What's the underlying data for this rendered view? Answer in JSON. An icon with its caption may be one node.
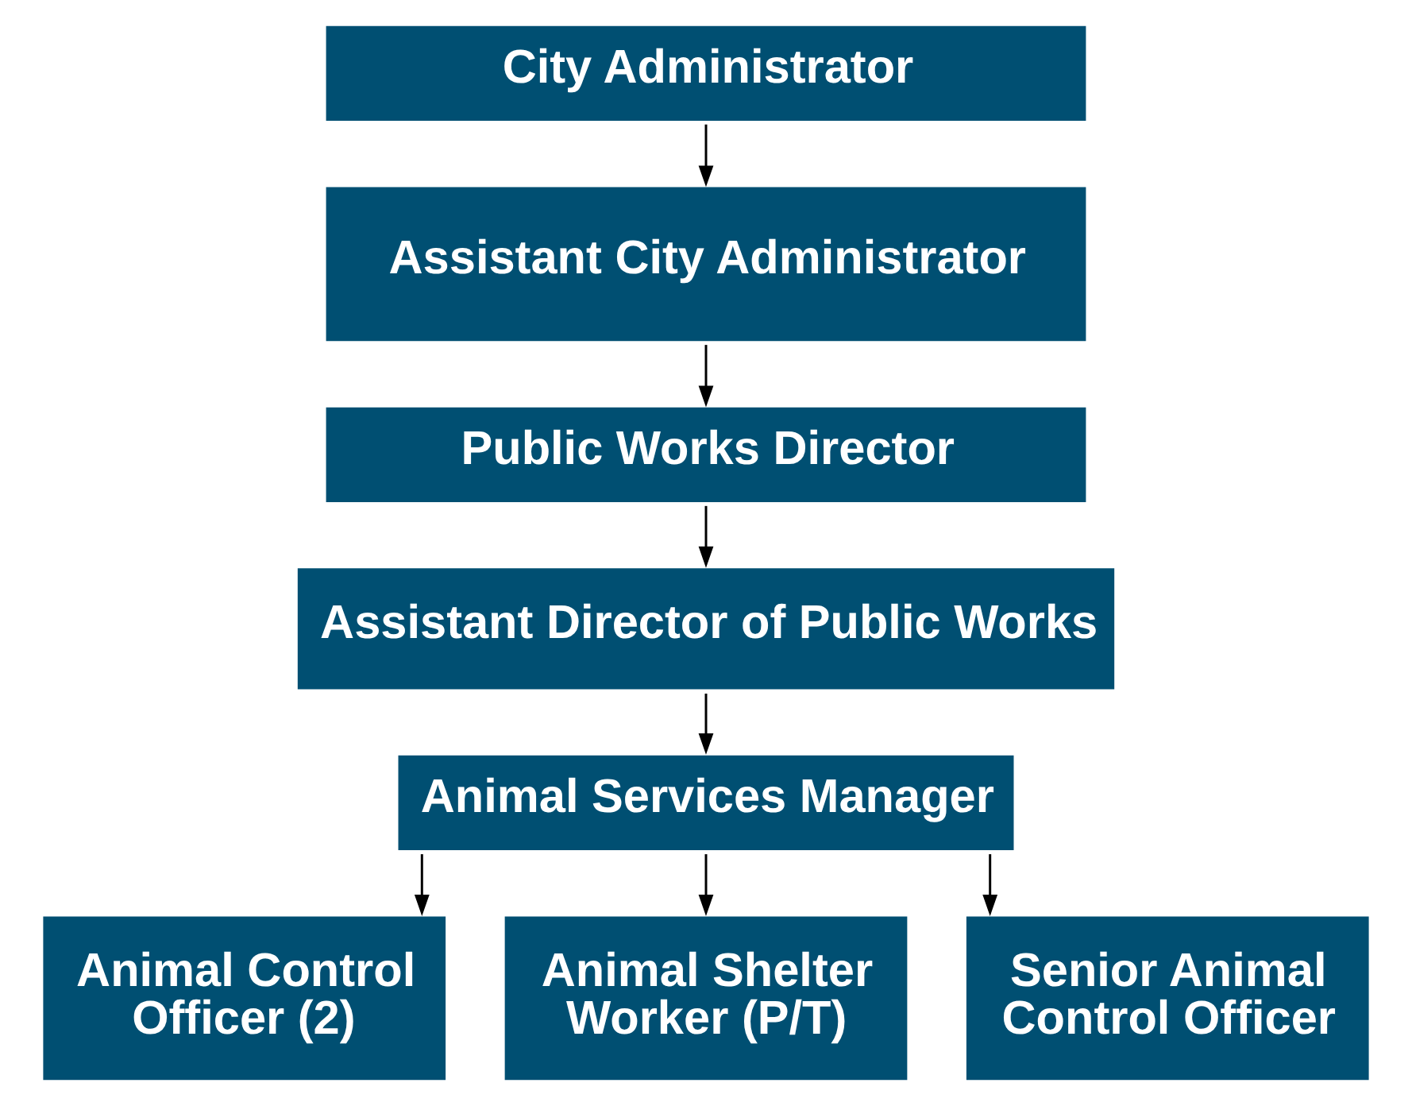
{
  "diagram": {
    "nodes": [
      {
        "text": [
          "City Administrator"
        ]
      },
      {
        "text": [
          "Assistant City Administrator"
        ]
      },
      {
        "text": [
          "Public Works Director"
        ]
      },
      {
        "text": [
          "Assistant Director of Public Works"
        ]
      },
      {
        "text": [
          "Animal Services Manager"
        ]
      },
      {
        "text": [
          "Animal Control Officer (2)"
        ]
      },
      {
        "text": [
          "Animal Shelter Worker (P/T)"
        ]
      },
      {
        "text": [
          "Senior Animal Control Officer"
        ]
      }
    ],
    "edges": [
      {
        "from": 0,
        "to": 1,
        "arrow": "to"
      },
      {
        "from": 1,
        "to": 2,
        "arrow": "to"
      },
      {
        "from": 2,
        "to": 3,
        "arrow": "to"
      },
      {
        "from": 3,
        "to": 4,
        "arrow": "to"
      },
      {
        "from": 4,
        "to": 5,
        "arrow": "to"
      },
      {
        "from": 4,
        "to": 6,
        "arrow": "to"
      },
      {
        "from": 4,
        "to": 7,
        "arrow": "to"
      }
    ]
  }
}
